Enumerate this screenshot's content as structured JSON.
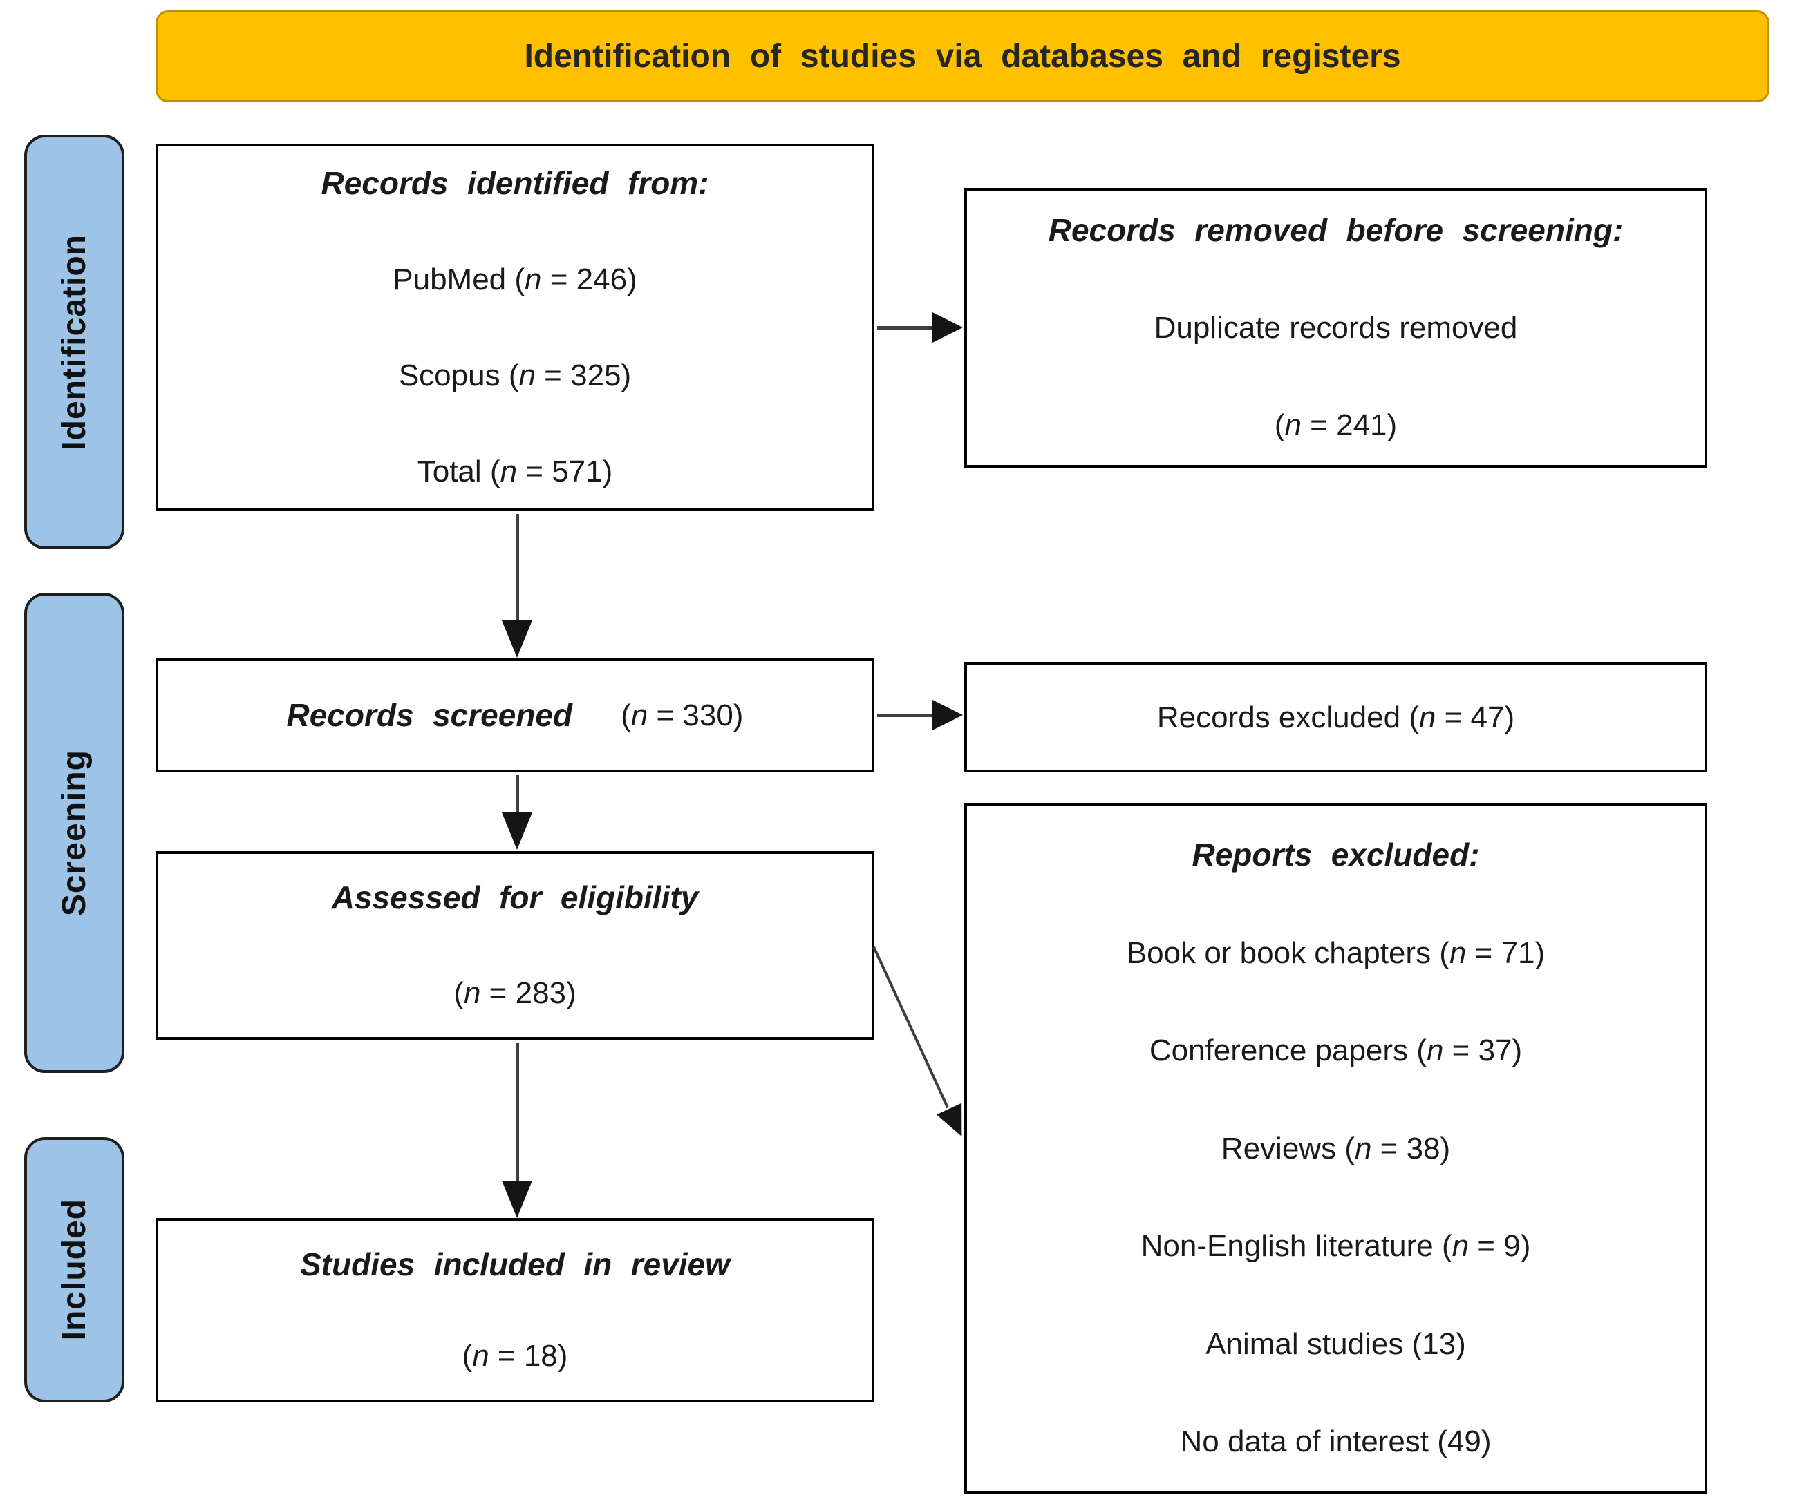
{
  "banner": {
    "label": "Identification of studies via databases and registers"
  },
  "stages": [
    {
      "label": "Identification"
    },
    {
      "label": "Screening"
    },
    {
      "label": "Included"
    }
  ],
  "flow": {
    "identified": {
      "title": "Records identified from:",
      "items": [
        {
          "pre": "PubMed (",
          "n": "n",
          "post": " = 246)"
        },
        {
          "pre": "Scopus (",
          "n": "n",
          "post": " = 325)"
        },
        {
          "pre": "Total (",
          "n": "n",
          "post": " = 571)"
        }
      ]
    },
    "removed": {
      "title": "Records removed before screening:",
      "items": [
        {
          "pre": "Duplicate records removed",
          "n": "",
          "post": ""
        },
        {
          "pre": "(",
          "n": "n",
          "post": " = 241)"
        }
      ]
    },
    "screened": {
      "title": "Records screened",
      "count": {
        "pre": "(",
        "n": "n",
        "post": " = 330)"
      }
    },
    "records_excluded": {
      "line": {
        "pre": "Records excluded (",
        "n": "n",
        "post": " = 47)"
      }
    },
    "assessed": {
      "title": "Assessed for eligibility",
      "count": {
        "pre": "(",
        "n": "n",
        "post": " = 283)"
      }
    },
    "reports_excluded": {
      "title": "Reports excluded:",
      "items": [
        {
          "pre": "Book or book chapters (",
          "n": "n",
          "post": " = 71)"
        },
        {
          "pre": "Conference papers (",
          "n": "n",
          "post": " = 37)"
        },
        {
          "pre": "Reviews (",
          "n": "n",
          "post": " = 38)"
        },
        {
          "pre": "Non-English literature (",
          "n": "n",
          "post": " = 9)"
        },
        {
          "pre": "Animal studies (13)",
          "n": "",
          "post": ""
        },
        {
          "pre": "No data of interest (49)",
          "n": "",
          "post": ""
        }
      ]
    },
    "included": {
      "title": "Studies included in review",
      "count": {
        "pre": "(",
        "n": "n",
        "post": " = 18)"
      }
    }
  },
  "colors": {
    "banner_bg": "#FFC000",
    "banner_border": "#BF9000",
    "banner_text": "#262626",
    "stage_bg": "#9DC3E6",
    "stage_border": "#1F1F1F",
    "box_border": "#000000",
    "text": "#1A1A1A",
    "arrow_shaft": "#3F3F3F",
    "arrow_head": "#141414"
  }
}
